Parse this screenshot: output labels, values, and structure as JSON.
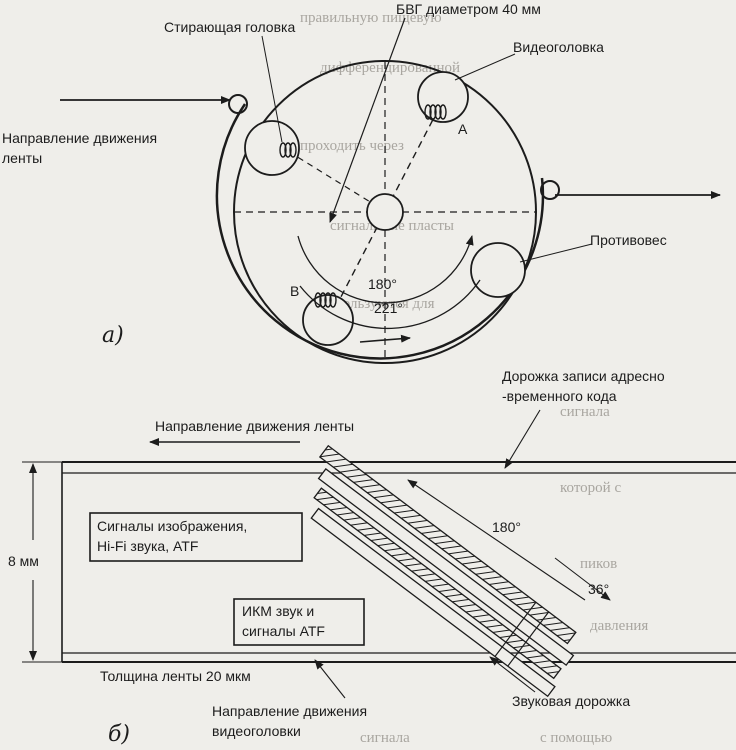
{
  "diagram_a": {
    "erase_head": "Стирающая головка",
    "drum_diameter": "БВГ диаметром 40 мм",
    "video_head": "Видеоголовка",
    "tape_direction": "Направление движения\nленты",
    "head_a": "A",
    "head_b": "B",
    "counterweight": "Противовес",
    "angle_180": "180°",
    "angle_221": "221°",
    "figure_label": "а)"
  },
  "diagram_b": {
    "tape_direction": "Направление движения ленты",
    "time_code_track": "Дорожка записи адресно\n-временного кода",
    "width_label": "8 мм",
    "video_signals": "Сигналы изображения,\nHi-Fi звука, ATF",
    "pcm_signals": "ИКМ звук и\nсигналы ATF",
    "angle_180": "180°",
    "angle_36": "36°",
    "thickness": "Толщина ленты 20 мкм",
    "audio_track": "Звуковая дорожка",
    "head_direction": "Направление движения\nвидеоголовки",
    "figure_label": "б)"
  },
  "colors": {
    "ink": "#1c1c1c",
    "paper": "#efeeea",
    "faint_text": "#a9a6a0"
  }
}
